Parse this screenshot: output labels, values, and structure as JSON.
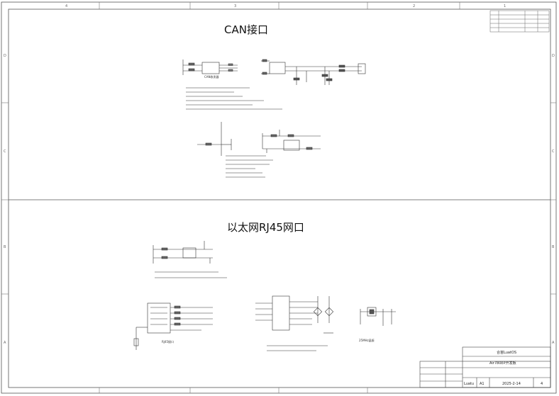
{
  "sections": {
    "can_title": "CAN接口",
    "eth_title": "以太网RJ45网口"
  },
  "grid": {
    "columns": [
      "4",
      "3",
      "2",
      "1"
    ],
    "rows": [
      "D",
      "C",
      "B",
      "A"
    ]
  },
  "title_block": {
    "project": "合宙LuatOS",
    "board": "Air780EP开发板",
    "author": "Luatu",
    "size": "A1",
    "date": "2025-2-14",
    "sheet": "4"
  }
}
